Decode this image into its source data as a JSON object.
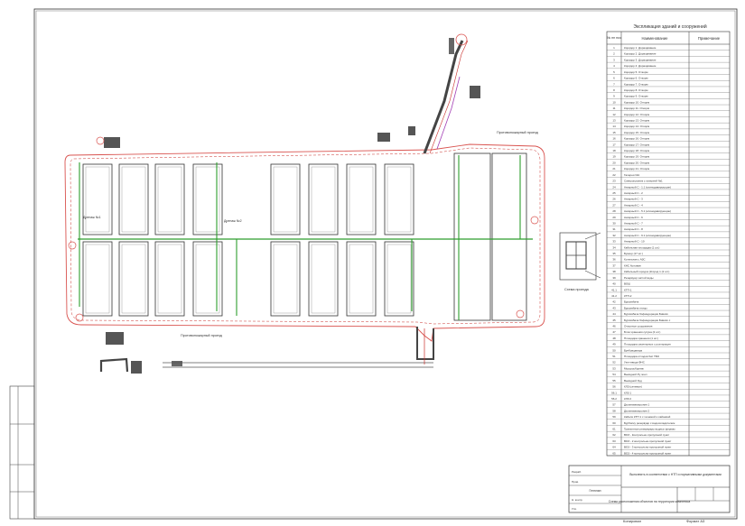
{
  "sheet": {
    "legend_title": "Экспликация зданий и сооружений",
    "legend_headers": {
      "num": "№ пп поз",
      "name": "Наименование",
      "note": "Примечание"
    },
    "legend_rows": [
      {
        "num": "1",
        "name": "Коридор 1. Доращивание"
      },
      {
        "num": "2",
        "name": "Коридор 2. Доращивание"
      },
      {
        "num": "3",
        "name": "Коридор 3. Доращивание"
      },
      {
        "num": "4",
        "name": "Коридор 4. Доращивание"
      },
      {
        "num": "5",
        "name": "Коридор 5. Откорм"
      },
      {
        "num": "6",
        "name": "Коридор 6. Откорм"
      },
      {
        "num": "7",
        "name": "Коридор 7. Откорм"
      },
      {
        "num": "8",
        "name": "Коридор 8. Откорм"
      },
      {
        "num": "9",
        "name": "Коридор 9. Откорм"
      },
      {
        "num": "10",
        "name": "Коридор 10. Откорм"
      },
      {
        "num": "11",
        "name": "Коридор 11. Откорм"
      },
      {
        "num": "12",
        "name": "Коридор 12. Откорм"
      },
      {
        "num": "13",
        "name": "Коридор 13. Откорм"
      },
      {
        "num": "14",
        "name": "Коридор 14. Откорм"
      },
      {
        "num": "15",
        "name": "Коридор 15. Откорм"
      },
      {
        "num": "16",
        "name": "Коридор 16. Откорм"
      },
      {
        "num": "17",
        "name": "Коридор 17. Откорм"
      },
      {
        "num": "18",
        "name": "Коридор 18. Откорм"
      },
      {
        "num": "19",
        "name": "Коридор 19. Откорм"
      },
      {
        "num": "20",
        "name": "Коридор 20. Откорм"
      },
      {
        "num": "21",
        "name": "Коридор 21. Откорм"
      },
      {
        "num": "22",
        "name": "Галерея №1"
      },
      {
        "num": "23",
        "name": "Санпропускник с галереей №1"
      },
      {
        "num": "24",
        "name": "Ангарный С - 1.1 (клинодавирующие)"
      },
      {
        "num": "25",
        "name": "Ангарный С - 2"
      },
      {
        "num": "26",
        "name": "Ангарный С - 3"
      },
      {
        "num": "27",
        "name": "Ангарный С - 4"
      },
      {
        "num": "28",
        "name": "Ангарный С - 5.1 (клинодавирующие)"
      },
      {
        "num": "29",
        "name": "Ангарный С - 6"
      },
      {
        "num": "30",
        "name": "Ангарный С - 7"
      },
      {
        "num": "31",
        "name": "Ангарный С - 8"
      },
      {
        "num": "32",
        "name": "Ангарный С - 9.1 (клинодавирующие)"
      },
      {
        "num": "33",
        "name": "Ангарный С - 10"
      },
      {
        "num": "34",
        "name": "Кабельная площадка (1 шт.)"
      },
      {
        "num": "35",
        "name": "Бункер (17 шт.)"
      },
      {
        "num": "36",
        "name": "Котельная с АЗС"
      },
      {
        "num": "37",
        "name": "КНС бытовая"
      },
      {
        "num": "38",
        "name": "Кабельный городок (Кгород 1 (2 шт.)"
      },
      {
        "num": "39",
        "name": "Резервуар чистой воды"
      },
      {
        "num": "40",
        "name": "ВОШ"
      },
      {
        "num": "41.1",
        "name": "КТП-1"
      },
      {
        "num": "41.2",
        "name": "КТП-2"
      },
      {
        "num": "42",
        "name": "Бурсивбача"
      },
      {
        "num": "43",
        "name": "Бурсивбача птицы"
      },
      {
        "num": "44",
        "name": "Бурсивбача бофиндорация Бивиях"
      },
      {
        "num": "45",
        "name": "Бурсивбача бофиндорация Бивиях с"
      },
      {
        "num": "46",
        "name": "Очистные сооружения"
      },
      {
        "num": "47",
        "name": "Блок хранения сусуна (2 шт.)"
      },
      {
        "num": "48",
        "name": "Площадка хранения (1 шт.)"
      },
      {
        "num": "49",
        "name": "Площадка смонтирных с рохтирация"
      },
      {
        "num": "50",
        "name": "Бунбовцанира"
      },
      {
        "num": "51",
        "name": "Площадка отходов бис ТБО"
      },
      {
        "num": "52",
        "name": "Узел ввода ФНС"
      },
      {
        "num": "53",
        "name": "Мусоросборник"
      },
      {
        "num": "54",
        "name": "Выкидной Ру зонл"
      },
      {
        "num": "55",
        "name": "Выкидной Зуд"
      },
      {
        "num": "56",
        "name": "КЛЗ (сетевые)"
      },
      {
        "num": "56.1",
        "name": "КЛЗ 1"
      },
      {
        "num": "56.2",
        "name": "КЛЗ 2"
      },
      {
        "num": "57",
        "name": "Дызинимизирония 1"
      },
      {
        "num": "58",
        "name": "Дызинимизирония 2"
      },
      {
        "num": "59",
        "name": "Кабеля КТП 1 с техникой и сайомкой"
      },
      {
        "num": "60",
        "name": "Бурбилку резервуар с водоохладителем"
      },
      {
        "num": "61",
        "name": "Транзитные резервуары водных фермах"
      },
      {
        "num": "62",
        "name": "ВОЗ - Контрольно-пропускной пункт"
      },
      {
        "num": "63",
        "name": "ВОЗ - 2 контрольно-пропускной пункт"
      },
      {
        "num": "64",
        "name": "ВОЗ - 3 контрольно-пропускной пункт"
      },
      {
        "num": "65",
        "name": "ВОЗ - 4 контрольно-пропускной пункт"
      }
    ],
    "stamp_note": "Выполнить в соответствии с НТП и нормативными документами",
    "stamp_title": "Схема расположения объектов на территории комплекса",
    "stamp_sheet": "Генплан",
    "stamp_roles": [
      "Разраб.",
      "Пров.",
      "Н. контр.",
      "Утв."
    ],
    "footer_left": "Копировал",
    "footer_right": "Формат А3",
    "plan_labels": {
      "ring": "Противопожарный проезд",
      "line_a": "Дренаж №1",
      "line_b": "Дренаж №2",
      "side_note": "Схема проезда"
    }
  }
}
